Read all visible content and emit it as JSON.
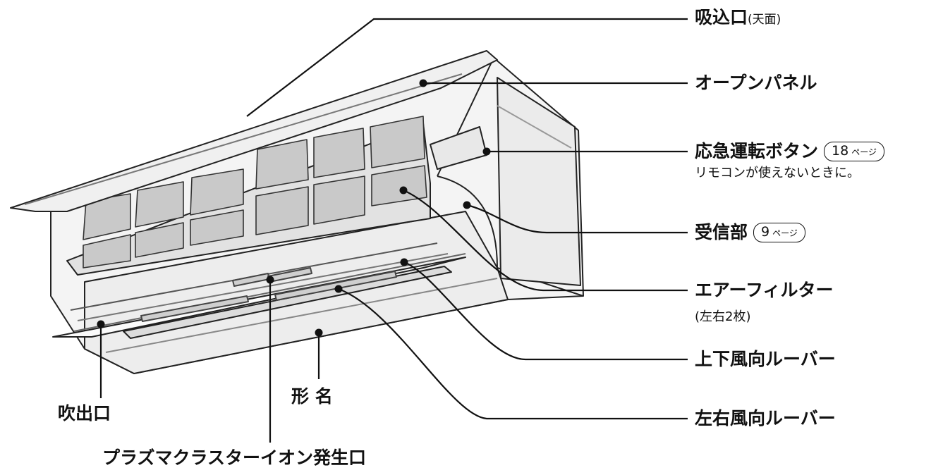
{
  "labels": {
    "intake": {
      "main": "吸込口",
      "sub": "(天面)"
    },
    "open_panel": "オープンパネル",
    "emergency_button": {
      "main": "応急運転ボタン",
      "page_num": "18",
      "page_unit": "ページ",
      "note": "リモコンが使えないときに。"
    },
    "receiver": {
      "main": "受信部",
      "page_num": "9",
      "page_unit": "ページ"
    },
    "air_filter": {
      "main": "エアーフィルター",
      "sub": "(左右2枚)"
    },
    "vertical_louver": "上下風向ルーバー",
    "horizontal_louver": "左右風向ルーバー",
    "outlet": "吹出口",
    "model_name": "形 名",
    "plasmacluster": "プラズマクラスターイオン発生口"
  }
}
